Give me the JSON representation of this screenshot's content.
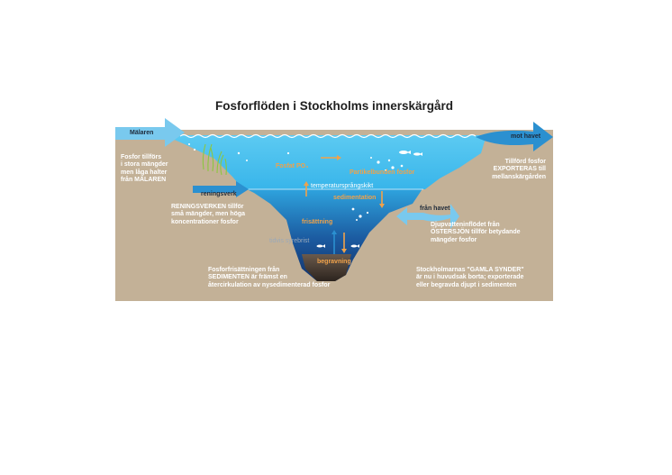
{
  "title": "Fosforflöden i Stockholms innerskärgård",
  "colors": {
    "land": "#c3b197",
    "water_surface": "#4cc3ee",
    "water_deep": "#14336a",
    "arrow_light": "#79c9ee",
    "arrow_dark": "#2b90d0",
    "orange": "#f0a24a",
    "text_white": "#ffffff",
    "text_dark": "#1e2a3a"
  },
  "arrows": {
    "malaren": "Mälaren",
    "reningsverk": "reningsverk",
    "mot_havet": "mot havet",
    "fran_havet": "från havet"
  },
  "water_labels": {
    "fosfor_po4": "Fosfat PO₄",
    "partikelbunden": "Partikelbunden fosfor",
    "temperaturspranglager": "temperatursprångskikt",
    "sedimentation": "sedimentation",
    "frisattning": "frisättning",
    "tidvis_syrebrist": "tidvis syrebrist",
    "begravning": "begravning"
  },
  "notes": {
    "malaren": [
      "Fosfor tillförs",
      "i stora mängder",
      "men låga halter",
      "från MÄLAREN"
    ],
    "reningsverken": [
      "RENINGSVERKEN tillför",
      "små mängder, men höga",
      "koncentrationer fosfor"
    ],
    "exporteras": [
      "Tillförd fosfor",
      "EXPORTERAS till",
      "mellanskärgården"
    ],
    "ostersjon": [
      "Djupvatteninflödet från",
      "ÖSTERSJÖN tillför betydande",
      "mängder fosfor"
    ],
    "sediment": [
      "Fosforfrisättningen från",
      "SEDIMENTEN är främst en",
      "återcirkulation av nysedimenterad fosfor"
    ],
    "gamla_synder": [
      "Stockholmarnas \"GAMLA SYNDER\"",
      "är nu i huvudsak borta; exporterade",
      "eller begravda djupt i sedimenten"
    ]
  }
}
